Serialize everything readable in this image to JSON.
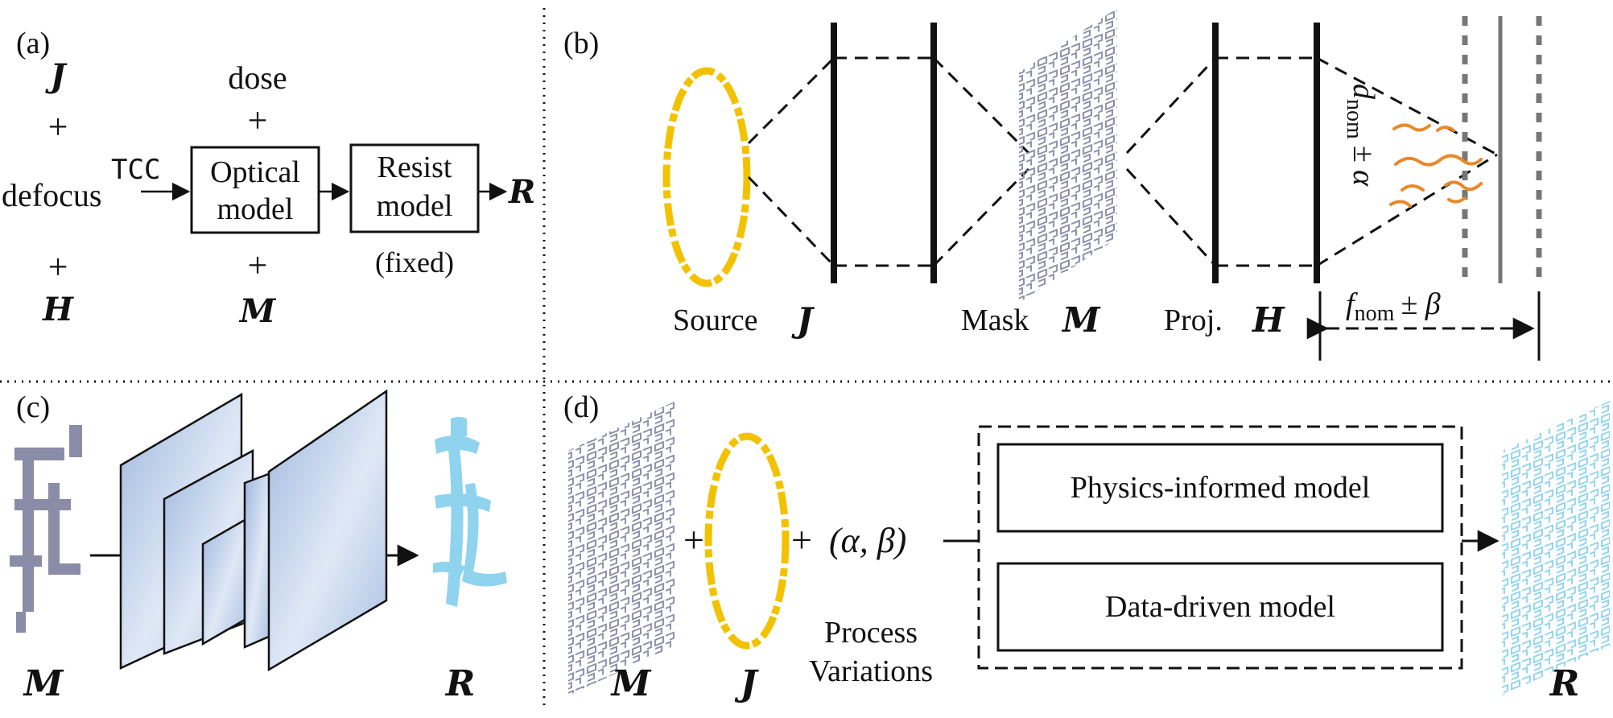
{
  "panel_a": {
    "label": "(a)",
    "source_symbol": "J",
    "plus_1": "+",
    "defocus": "defocus",
    "plus_2": "+",
    "proj_symbol": "H",
    "dose": "dose",
    "plus_3": "+",
    "tcc": "TCC",
    "optical_line1": "Optical",
    "optical_line2": "model",
    "plus_4": "+",
    "mask_symbol": "M",
    "resist_line1": "Resist",
    "resist_line2": "model",
    "fixed": "(fixed)",
    "output_symbol": "R"
  },
  "panel_b": {
    "label": "(b)",
    "source_label": "Source",
    "source_symbol": "J",
    "mask_label": "Mask",
    "mask_symbol": "M",
    "proj_label": "Proj.",
    "proj_symbol": "H",
    "d_main": "d",
    "d_sub": "nom",
    "d_pm": "± α",
    "f_main": "f",
    "f_sub": "nom",
    "f_pm": "± β"
  },
  "panel_c": {
    "label": "(c)",
    "input_symbol": "M",
    "output_symbol": "R"
  },
  "panel_d": {
    "label": "(d)",
    "mask_symbol": "M",
    "source_symbol": "J",
    "plus_1": "+",
    "plus_2": "+",
    "params": "(α, β)",
    "process_line1": "Process",
    "process_line2": "Variations",
    "physics_model": "Physics-informed model",
    "data_model": "Data-driven model",
    "output_symbol": "R"
  },
  "colors": {
    "mask": "#8a8ca8",
    "source_ring": "#f2c200",
    "resist": "#8fd3ee",
    "beam_orange": "#e8892a",
    "layers": "#bccfe8"
  }
}
